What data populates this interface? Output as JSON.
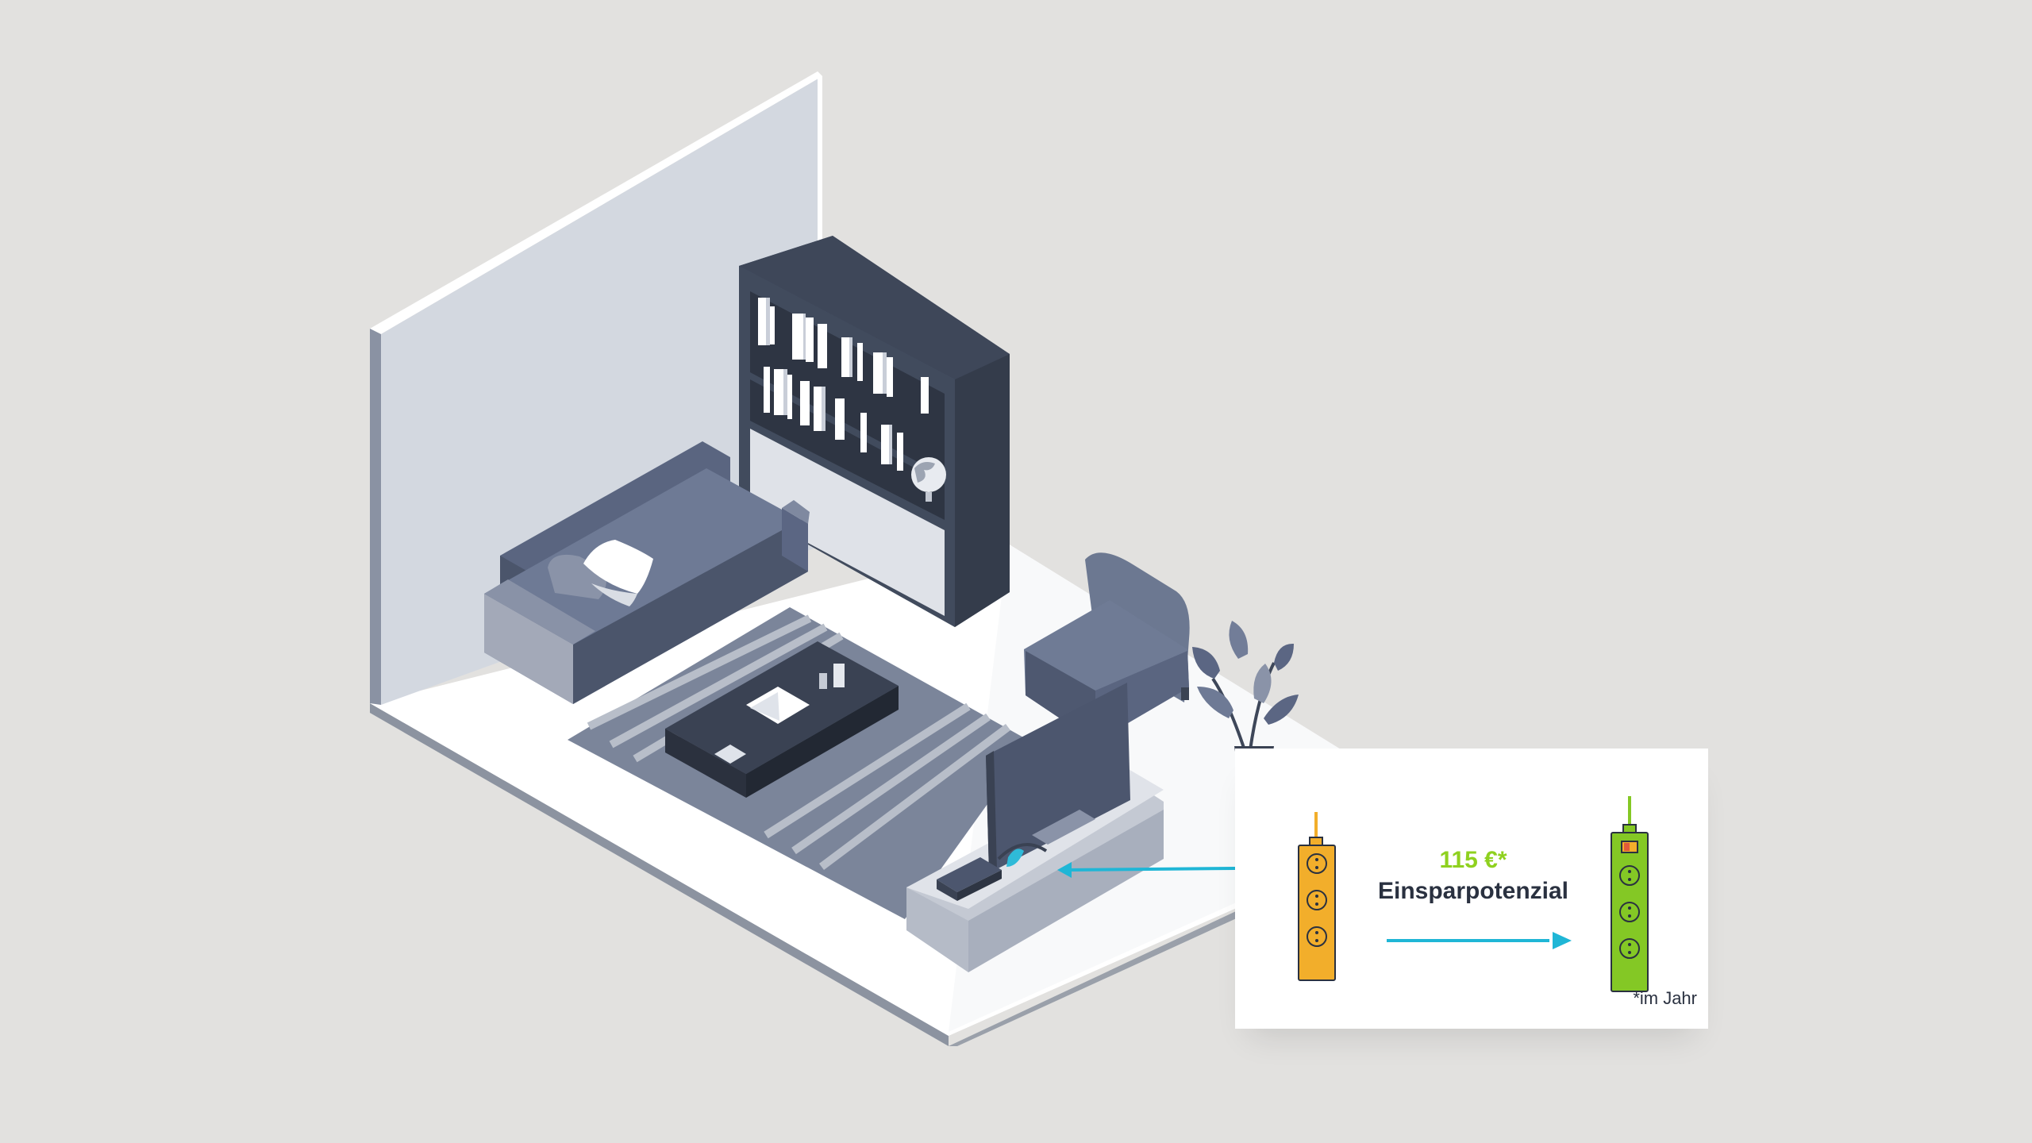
{
  "card": {
    "amount": "115 €*",
    "label": "Einsparpotenzial",
    "footnote": "*im Jahr"
  },
  "colors": {
    "background": "#e2e1df",
    "accent_green": "#8fd11f",
    "strip_orange": "#f2ae2b",
    "strip_green": "#84c825",
    "arrow_cyan": "#1fb6d6",
    "text_dark": "#2a3140"
  },
  "icons": {
    "old_strip": "power-strip-icon",
    "new_strip": "switchable-power-strip-icon",
    "arrow": "arrow-right-icon"
  }
}
